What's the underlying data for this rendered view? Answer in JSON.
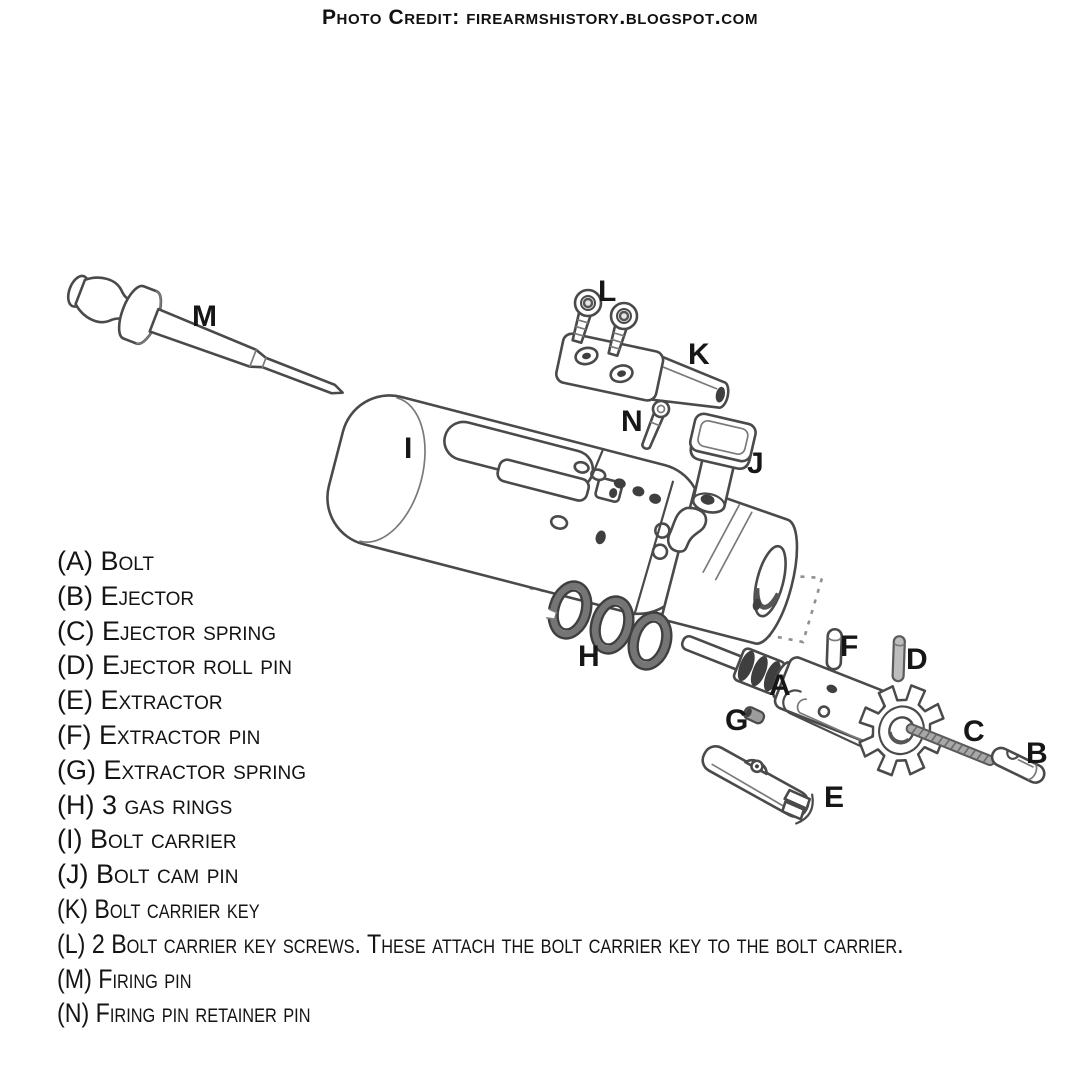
{
  "credit": "Photo Credit: firearmshistory.blogspot.com",
  "legend": {
    "items": [
      {
        "key": "A",
        "label": "(A) Bolt"
      },
      {
        "key": "B",
        "label": "(B) Ejector"
      },
      {
        "key": "C",
        "label": "(C) Ejector spring"
      },
      {
        "key": "D",
        "label": "(D) Ejector roll pin"
      },
      {
        "key": "E",
        "label": "(E) Extractor"
      },
      {
        "key": "F",
        "label": "(F) Extractor pin"
      },
      {
        "key": "G",
        "label": "(G) Extractor spring"
      },
      {
        "key": "H",
        "label": "(H) 3 gas rings"
      },
      {
        "key": "I",
        "label": "(I) Bolt carrier"
      },
      {
        "key": "J",
        "label": "(J) Bolt cam pin"
      },
      {
        "key": "K",
        "label": "(K) Bolt carrier key"
      },
      {
        "key": "L",
        "label": "(L) 2 Bolt carrier key screws. These attach the bolt carrier key to the bolt carrier."
      },
      {
        "key": "M",
        "label": "(M) Firing pin"
      },
      {
        "key": "N",
        "label": "(N) Firing pin retainer pin"
      }
    ]
  },
  "diagram": {
    "labels": {
      "bolt": "A",
      "ejector": "B",
      "ejector_spring": "C",
      "ejector_roll_pin": "D",
      "extractor": "E",
      "extractor_pin": "F",
      "extractor_spring": "G",
      "gas_rings": "H",
      "bolt_carrier": "I",
      "bolt_cam_pin": "J",
      "bolt_carrier_key": "K",
      "key_screws": "L",
      "firing_pin": "M",
      "firing_pin_retainer": "N"
    }
  },
  "colors": {
    "background": "#ffffff",
    "line": "#4a4a4a",
    "text": "#141414"
  }
}
